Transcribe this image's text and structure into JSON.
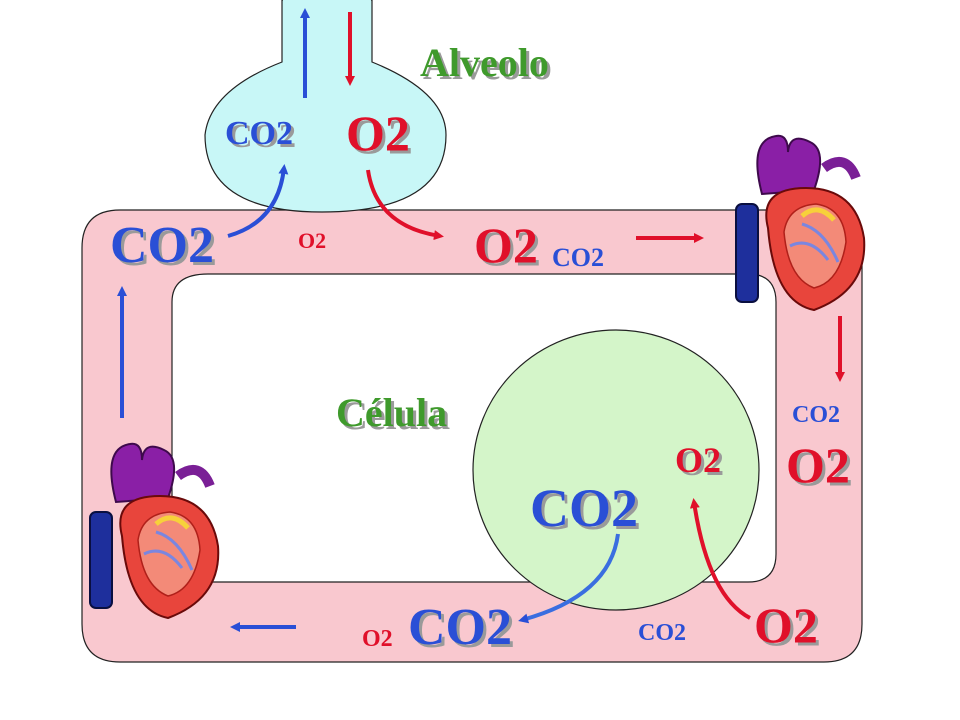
{
  "labels": {
    "alveolo": "Alveolo",
    "celula": "Célula",
    "alv_co2": "CO2",
    "alv_o2": "O2",
    "top_left_co2": "CO2",
    "top_small_o2": "O2",
    "top_o2": "O2",
    "top_small_co2": "CO2",
    "right_co2": "CO2",
    "right_o2": "O2",
    "cell_o2": "O2",
    "cell_co2": "CO2",
    "bottom_small_o2": "O2",
    "bottom_co2": "CO2",
    "bottom_small_co2": "CO2",
    "bottom_o2": "O2"
  },
  "icons": {
    "heart_top_right": "heart-icon",
    "heart_bottom_left": "heart-icon"
  },
  "colors": {
    "vessel": "#f9c8cf",
    "alveolus": "#c8f7f7",
    "cell": "#d4f5c9",
    "oxygen": "#e0102a",
    "carbon_dioxide": "#2a4fd6",
    "title_green": "#3f9a2c"
  }
}
